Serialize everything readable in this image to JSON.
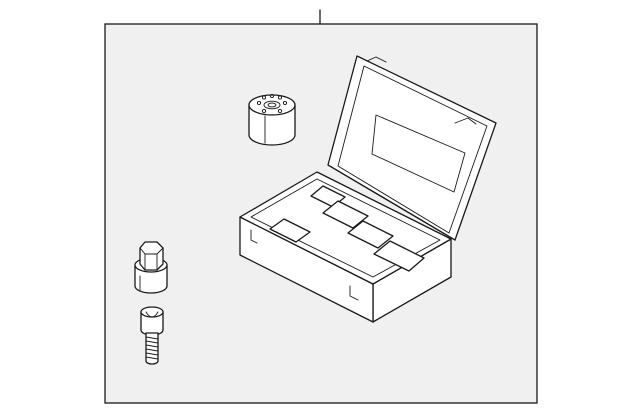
{
  "diagram": {
    "type": "exploded-parts-illustration",
    "colors": {
      "background": "#ffffff",
      "frame_fill": "#f0f0f0",
      "line": "#1a1a1a"
    },
    "parts": [
      "callout-leader-line",
      "socket-adapter",
      "lock-bolt-key",
      "wheel-lock-bolt",
      "storage-case"
    ]
  }
}
